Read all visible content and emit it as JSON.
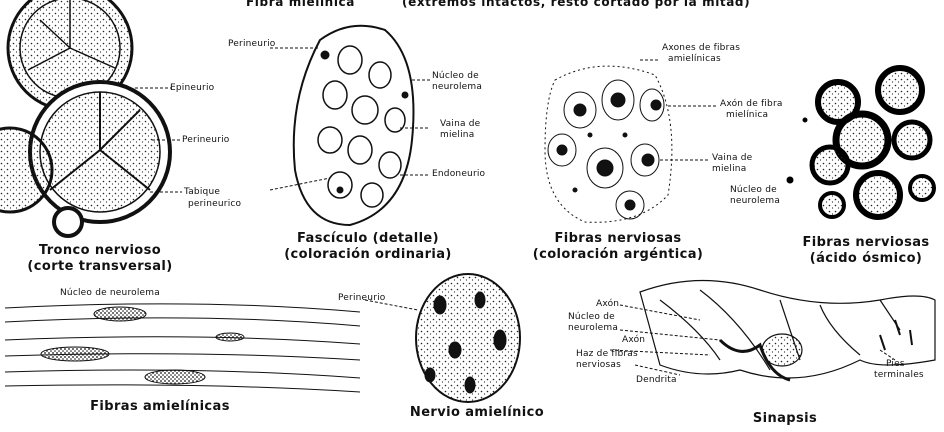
{
  "header": {
    "left": "Fibra mielínica",
    "right": "(extremos intactos, resto cortado por la mitad)"
  },
  "panels": {
    "tronco": {
      "title": "Tronco nervioso",
      "subtitle": "(corte transversal)",
      "labels": {
        "epineurio": "Epineurio",
        "perineurio": "Perineurio",
        "tabique": "Tabique",
        "tabique2": "perineurico"
      }
    },
    "fasciculo": {
      "title": "Fascículo (detalle)",
      "subtitle": "(coloración ordinaria)",
      "labels": {
        "perineurio": "Perineurio",
        "nucleo": "Núcleo de",
        "nucleo2": "neurolema",
        "vaina": "Vaina de",
        "vaina2": "mielina",
        "endoneurio": "Endoneurio"
      }
    },
    "argentica": {
      "title": "Fibras nerviosas",
      "subtitle": "(coloración argéntica)",
      "labels": {
        "axones": "Axones de fibras",
        "axones2": "amielínicas",
        "axon_fibra": "Axón de fibra",
        "axon_fibra2": "mielínica",
        "vaina": "Vaina de",
        "vaina2": "mielina",
        "nucleo": "Núcleo de",
        "nucleo2": "neurolema"
      }
    },
    "osmico": {
      "title": "Fibras nerviosas",
      "subtitle": "(ácido ósmico)"
    },
    "amielinicas": {
      "title": "Fibras amielínicas",
      "labels": {
        "nucleo": "Núcleo de neurolema"
      }
    },
    "nervio": {
      "title": "Nervio amielínico",
      "labels": {
        "perineurio": "Perineurio"
      }
    },
    "sinapsis": {
      "title": "Sinapsis",
      "labels": {
        "axon": "Axón",
        "nucleo": "Núcleo de",
        "nucleo2": "neurolema",
        "axon2": "Axón",
        "haz": "Haz de fibras",
        "haz2": "nerviosas",
        "dendrita": "Dendrita",
        "pies": "Pies",
        "pies2": "terminales"
      }
    }
  },
  "colors": {
    "ink": "#111111",
    "paper": "#ffffff"
  }
}
